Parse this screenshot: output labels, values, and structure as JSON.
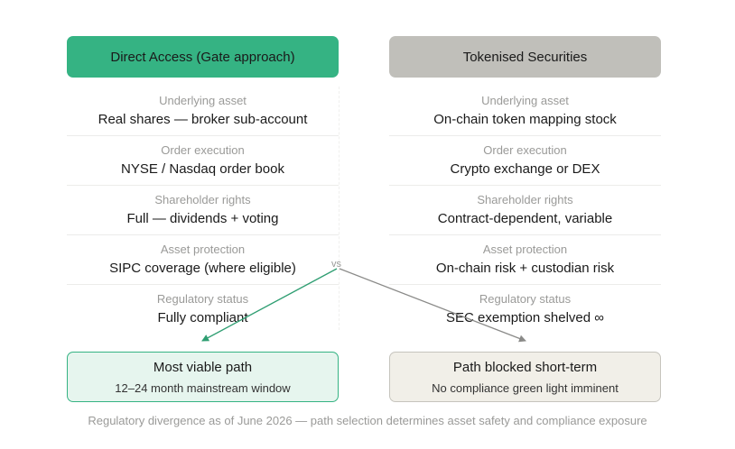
{
  "left": {
    "header": "Direct Access (Gate approach)",
    "rows": [
      {
        "label": "Underlying asset",
        "value": "Real shares — broker sub-account"
      },
      {
        "label": "Order execution",
        "value": "NYSE / Nasdaq order book"
      },
      {
        "label": "Shareholder rights",
        "value": "Full — dividends + voting"
      },
      {
        "label": "Asset protection",
        "value": "SIPC coverage (where eligible)"
      },
      {
        "label": "Regulatory status",
        "value": "Fully compliant"
      }
    ],
    "outcome": {
      "title": "Most viable path",
      "subtitle": "12–24 month mainstream window"
    }
  },
  "right": {
    "header": "Tokenised Securities",
    "rows": [
      {
        "label": "Underlying asset",
        "value": "On-chain token mapping stock"
      },
      {
        "label": "Order execution",
        "value": "Crypto exchange or DEX"
      },
      {
        "label": "Shareholder rights",
        "value": "Contract-dependent, variable"
      },
      {
        "label": "Asset protection",
        "value": "On-chain risk + custodian risk"
      },
      {
        "label": "Regulatory status",
        "value": "SEC exemption shelved ∞"
      }
    ],
    "outcome": {
      "title": "Path blocked short-term",
      "subtitle": "No compliance green light imminent"
    }
  },
  "vs_label": "vs",
  "footer": "Regulatory divergence as of June 2026 — path selection determines asset safety and compliance exposure",
  "colors": {
    "left_accent": "#35b383",
    "left_outcome_bg": "#e6f5ee",
    "right_accent": "#c0bfba",
    "right_outcome_bg": "#f1efe8",
    "arrow_left": "#2f9e72",
    "arrow_right": "#8a8a88"
  }
}
